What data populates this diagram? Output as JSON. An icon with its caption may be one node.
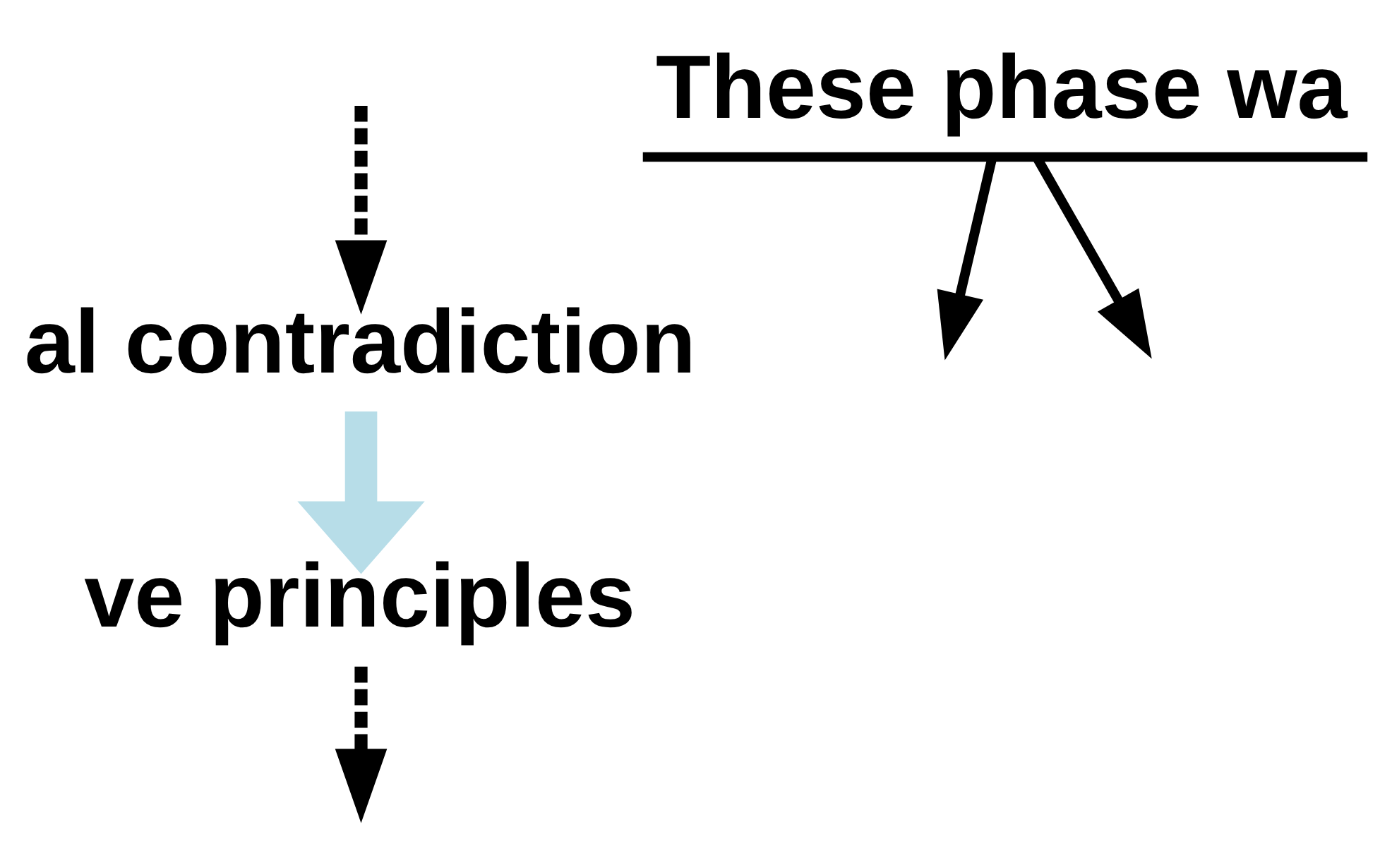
{
  "diagram": {
    "nodes": [
      {
        "text": [
          "al contradiction"
        ]
      },
      {
        "text": [
          "ve principles"
        ]
      },
      {
        "text": [
          "These phase wa"
        ]
      }
    ],
    "edges": [
      {
        "from": null,
        "to": 0,
        "arrow": "to",
        "style": "dashed"
      },
      {
        "from": 0,
        "to": 1,
        "arrow": "to",
        "style": "thick",
        "color": "#b7dde8"
      },
      {
        "from": 1,
        "to": null,
        "arrow": "to",
        "style": "dashed"
      },
      {
        "from": 2,
        "to": null,
        "arrow": "to"
      },
      {
        "from": 2,
        "to": null,
        "arrow": "to"
      }
    ]
  }
}
